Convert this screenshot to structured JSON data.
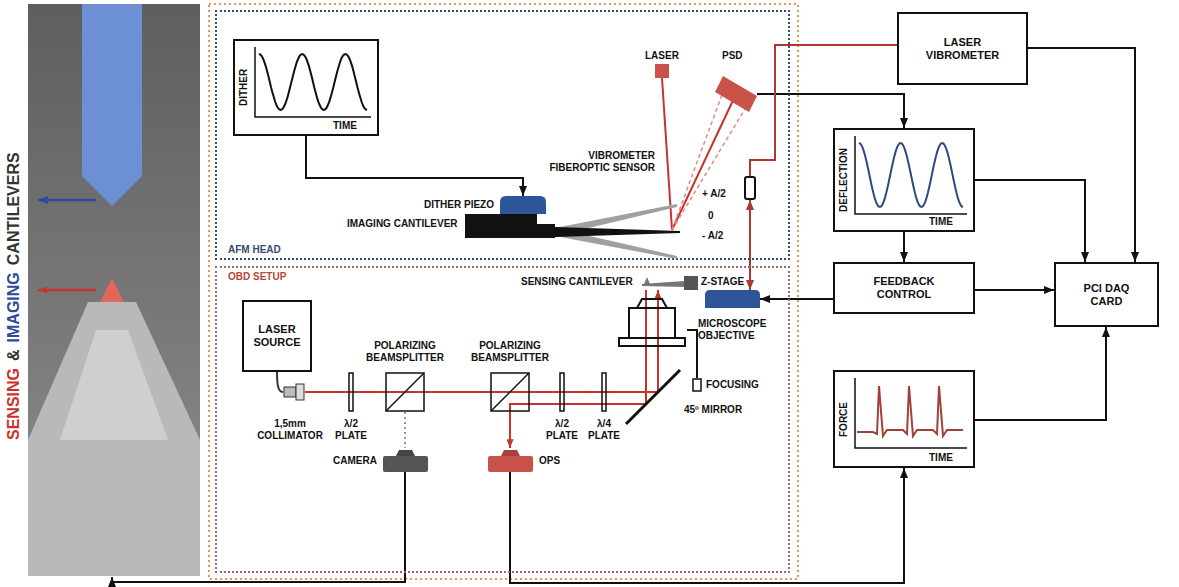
{
  "diagram": {
    "nodes": [
      {
        "text": [
          "AFM HEAD"
        ]
      },
      {
        "text": [
          "DITHER",
          "TIME"
        ],
        "in": 0
      },
      {
        "text": [
          "LASER"
        ],
        "in": 0
      },
      {
        "text": [
          "PSD"
        ],
        "in": 0
      },
      {
        "text": [
          "DITHER PIEZO"
        ],
        "in": 0
      },
      {
        "text": [
          "IMAGING CANTILEVER"
        ],
        "in": 0
      },
      {
        "text": [
          "VIBROMETER FIBEROPTIC SENSOR"
        ],
        "in": 0
      },
      {
        "text": [
          "LASER VIBROMETER"
        ]
      },
      {
        "text": [
          "DEFLECTION",
          "TIME"
        ]
      },
      {
        "text": [
          "FEEDBACK CONTROL"
        ]
      },
      {
        "text": [
          "PCI DAQ CARD"
        ]
      },
      {
        "text": [
          "OBD SETUP"
        ]
      },
      {
        "text": [
          "SENSING CANTILEVER"
        ],
        "in": 11
      },
      {
        "text": [
          "Z-STAGE"
        ],
        "in": 11
      },
      {
        "text": [
          "MICROSCOPE OBJECTIVE"
        ],
        "in": 11
      },
      {
        "text": [
          "FOCUSING"
        ],
        "in": 11
      },
      {
        "text": [
          "LASER SOURCE"
        ],
        "in": 11
      },
      {
        "text": [
          "1,5mm COLLIMATOR"
        ],
        "in": 11
      },
      {
        "text": [
          "λ/2 PLATE"
        ],
        "in": 11
      },
      {
        "text": [
          "POLARIZING BEAMSPLITTER"
        ],
        "in": 11
      },
      {
        "text": [
          "POLARIZING BEAMSPLITTER"
        ],
        "in": 11
      },
      {
        "text": [
          "λ/2 PLATE"
        ],
        "in": 11
      },
      {
        "text": [
          "λ/4 PLATE"
        ],
        "in": 11
      },
      {
        "text": [
          "45º MIRROR"
        ],
        "in": 11
      },
      {
        "text": [
          "CAMERA"
        ],
        "in": 11
      },
      {
        "text": [
          "OPS"
        ],
        "in": 11
      },
      {
        "text": [
          "FORCE",
          "TIME"
        ]
      }
    ],
    "edges": [
      {
        "from": 1,
        "to": 4,
        "arrow": "to"
      },
      {
        "from": 3,
        "to": 8,
        "arrow": "to"
      },
      {
        "from": 7,
        "to": 10,
        "arrow": "to"
      },
      {
        "from": 7,
        "to": 6,
        "arrow": "none"
      },
      {
        "from": 8,
        "to": 9,
        "arrow": "to"
      },
      {
        "from": 8,
        "to": 10,
        "arrow": "to"
      },
      {
        "from": 9,
        "to": 10,
        "arrow": "to"
      },
      {
        "from": 9,
        "to": 13,
        "arrow": "to"
      },
      {
        "from": 6,
        "to": 13,
        "arrow": "both"
      },
      {
        "from": 14,
        "to": 15,
        "arrow": "none"
      },
      {
        "from": 25,
        "to": 26,
        "arrow": "to"
      },
      {
        "from": 26,
        "to": 10,
        "arrow": "to"
      }
    ],
    "labels": [
      "+ A/2",
      "0",
      "- A/2",
      "SENSING",
      "&",
      "IMAGING",
      "CANTILEVERS"
    ]
  }
}
